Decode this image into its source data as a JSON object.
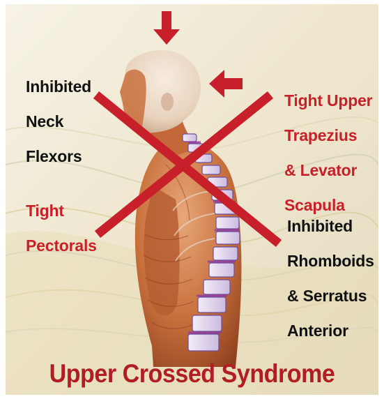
{
  "labels": {
    "neck_flexors": [
      "Inhibited",
      "Neck",
      "Flexors"
    ],
    "upper_trapezius": [
      "Tight Upper",
      "Trapezius",
      "& Levator",
      "Scapula"
    ],
    "pectorals": [
      "Tight",
      "Pectorals"
    ],
    "rhomboids": [
      "Inhibited",
      "Rhomboids",
      "& Serratus",
      "Anterior"
    ]
  },
  "title": "Upper Crossed Syndrome",
  "colors": {
    "accent_red": "#c8202a",
    "title_red": "#b01e24",
    "text_dark": "#111111",
    "muscle": "#c8703c",
    "spine_purple": "#6c4ea0"
  },
  "icons": {
    "arrow_top": "down-arrow-icon",
    "arrow_back": "left-arrow-icon"
  }
}
